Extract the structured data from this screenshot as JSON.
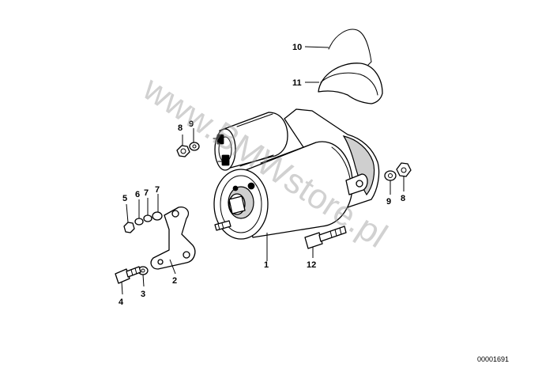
{
  "watermark": "www.BMWstore.pl",
  "reference": "00001691",
  "labels": {
    "p1": "1",
    "p2": "2",
    "p3": "3",
    "p4": "4",
    "p5": "5",
    "p6": "6",
    "p7a": "7",
    "p7b": "7",
    "p8a": "8",
    "p8b": "8",
    "p9a": "9",
    "p9b": "9",
    "p10": "10",
    "p11": "11",
    "p12": "12"
  }
}
